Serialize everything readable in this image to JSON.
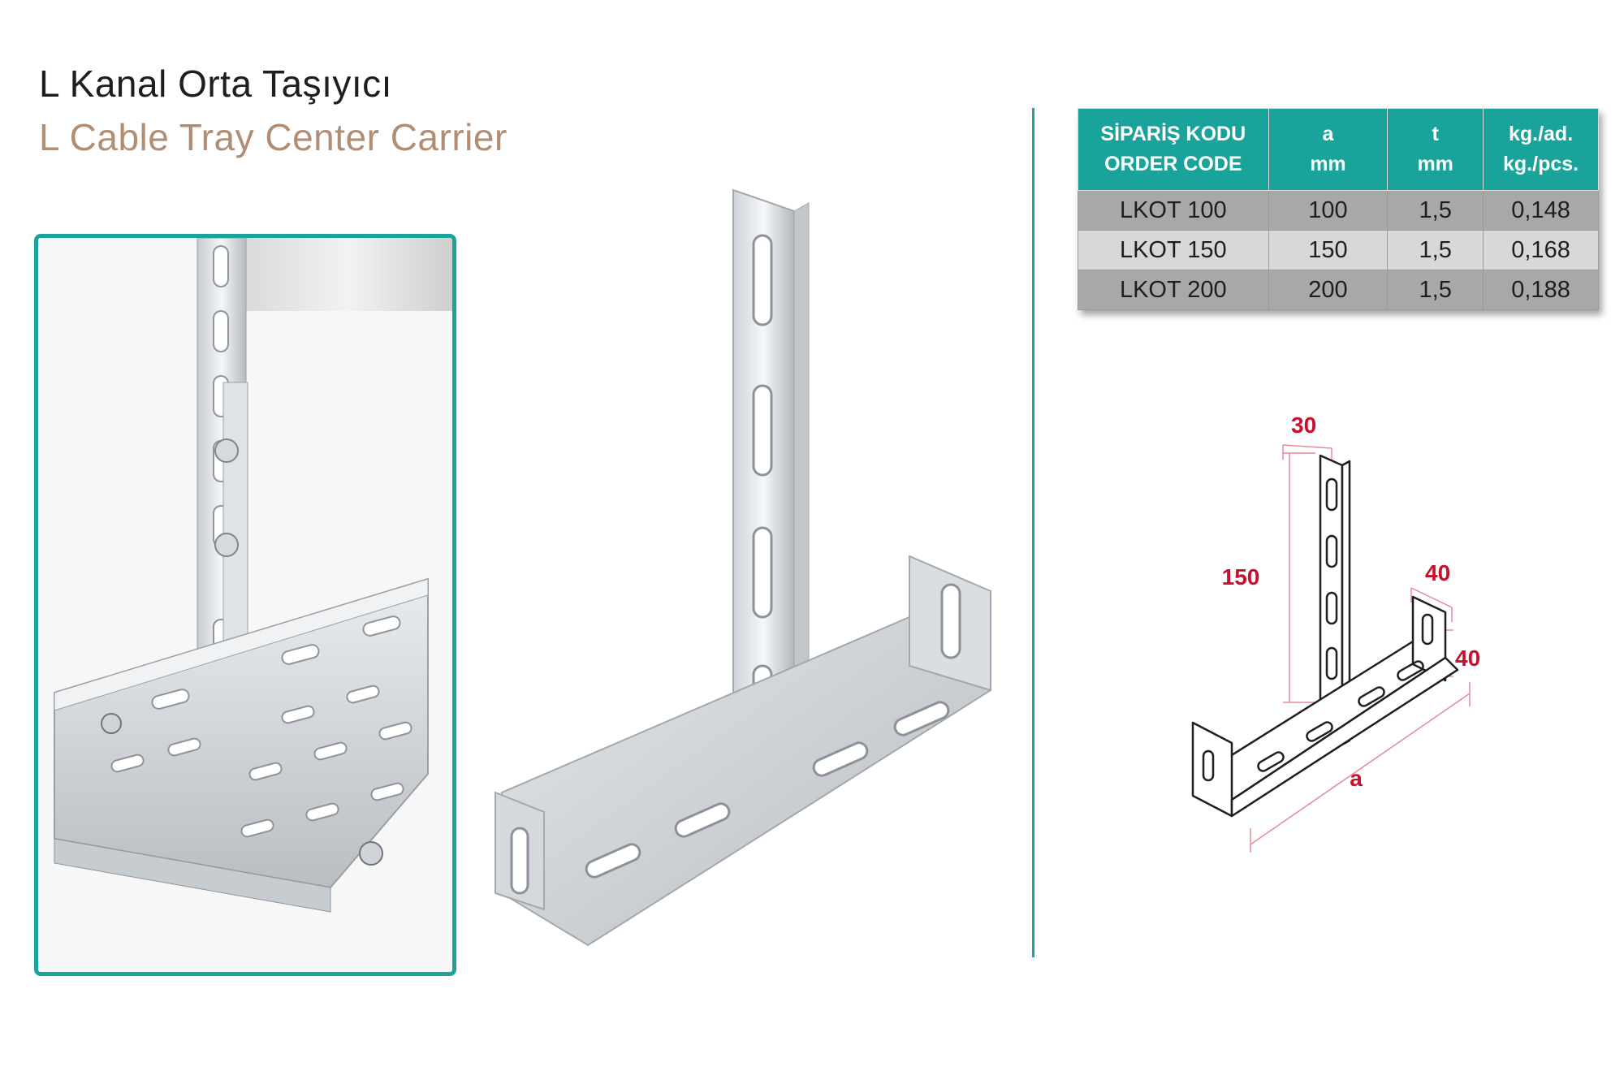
{
  "title": {
    "tr": "L Kanal Orta Taşıyıcı",
    "en": "L Cable Tray Center Carrier"
  },
  "table": {
    "headers": [
      {
        "line1": "SİPARİŞ KODU",
        "line2": "ORDER CODE"
      },
      {
        "line1": "a",
        "line2": "mm"
      },
      {
        "line1": "t",
        "line2": "mm"
      },
      {
        "line1": "kg./ad.",
        "line2": "kg./pcs."
      }
    ],
    "rows": [
      [
        "LKOT 100",
        "100",
        "1,5",
        "0,148"
      ],
      [
        "LKOT 150",
        "150",
        "1,5",
        "0,168"
      ],
      [
        "LKOT 200",
        "200",
        "1,5",
        "0,188"
      ]
    ]
  },
  "drawing": {
    "dim_top_width": "30",
    "dim_height": "150",
    "dim_flange_width": "40",
    "dim_flange_height": "40",
    "dim_length": "a"
  },
  "colors": {
    "accent": "#1aa39a",
    "title_en": "#b08e76",
    "dimension": "#c8102e"
  }
}
